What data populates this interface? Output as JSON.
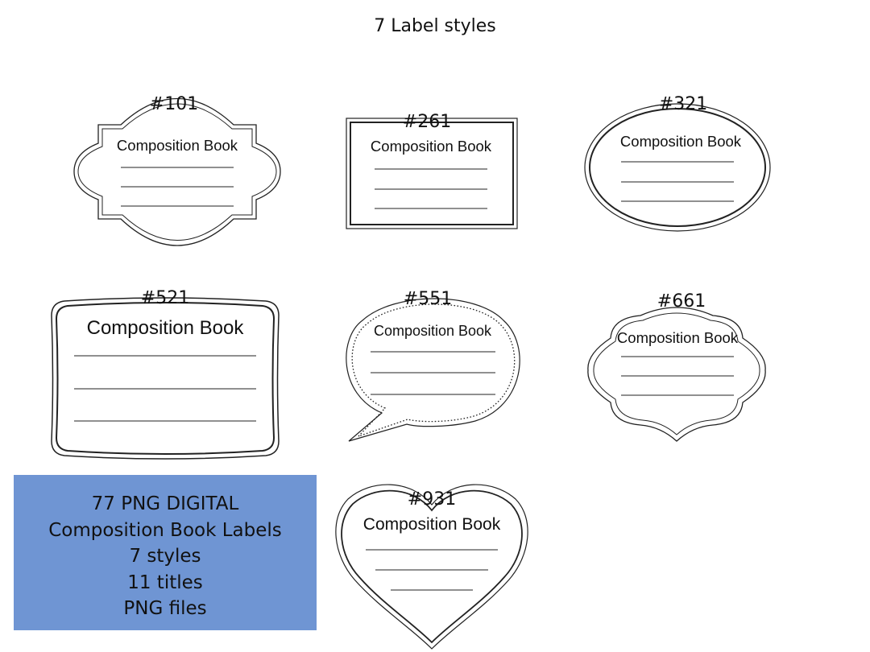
{
  "page_title": "7 Label styles",
  "labels": [
    {
      "id": "#101",
      "text": "Composition Book"
    },
    {
      "id": "#261",
      "text": "Composition Book"
    },
    {
      "id": "#321",
      "text": "Composition Book"
    },
    {
      "id": "#521",
      "text": "Composition Book"
    },
    {
      "id": "#551",
      "text": "Composition Book"
    },
    {
      "id": "#661",
      "text": "Composition Book"
    },
    {
      "id": "#931",
      "text": "Composition Book"
    }
  ],
  "info": {
    "line1": "77 PNG DIGITAL",
    "line2": "Composition Book Labels",
    "line3": "7 styles",
    "line4": "11 titles",
    "line5": "PNG files",
    "background": "#6f95d3"
  }
}
